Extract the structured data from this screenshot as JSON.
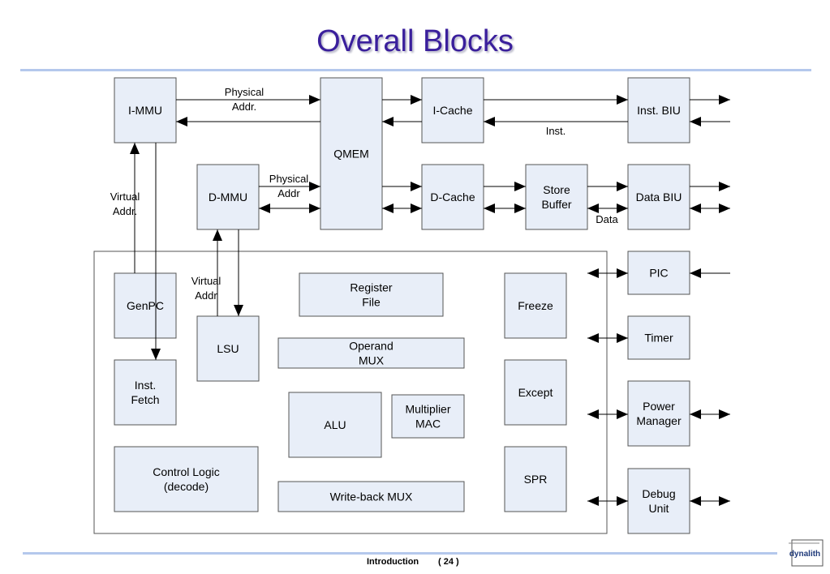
{
  "slide": {
    "title": "Overall Blocks",
    "footer_section": "Introduction",
    "footer_page": "( 24 )",
    "logo_text": "dynalith"
  },
  "blocks": {
    "immu": [
      "I-MMU"
    ],
    "qmem": [
      "QMEM"
    ],
    "icache": [
      "I-Cache"
    ],
    "inst_biu": [
      "Inst. BIU"
    ],
    "dmmu": [
      "D-MMU"
    ],
    "dcache": [
      "D-Cache"
    ],
    "store_buffer": [
      "Store",
      "Buffer"
    ],
    "data_biu": [
      "Data BIU"
    ],
    "pic": [
      "PIC"
    ],
    "timer": [
      "Timer"
    ],
    "power_manager": [
      "Power",
      "Manager"
    ],
    "debug_unit": [
      "Debug",
      "Unit"
    ],
    "genpc": [
      "GenPC"
    ],
    "inst_fetch": [
      "Inst.",
      "Fetch"
    ],
    "lsu": [
      "LSU"
    ],
    "register_file": [
      "Register",
      "File"
    ],
    "operand_mux": [
      "Operand",
      "MUX"
    ],
    "alu": [
      "ALU"
    ],
    "multiplier_mac": [
      "Multiplier",
      "MAC"
    ],
    "control_logic": [
      "Control Logic",
      "(decode)"
    ],
    "writeback_mux": [
      "Write-back MUX"
    ],
    "freeze": [
      "Freeze"
    ],
    "except": [
      "Except"
    ],
    "spr": [
      "SPR"
    ]
  },
  "annotations": {
    "physical_addr_top": [
      "Physical",
      "Addr."
    ],
    "physical_addr_mid": [
      "Physical",
      "Addr"
    ],
    "virtual_addr_left": [
      "Virtual",
      "Addr."
    ],
    "virtual_addr_lsu": [
      "Virtual",
      "Addr"
    ],
    "inst": [
      "Inst."
    ],
    "data": [
      "Data"
    ]
  }
}
